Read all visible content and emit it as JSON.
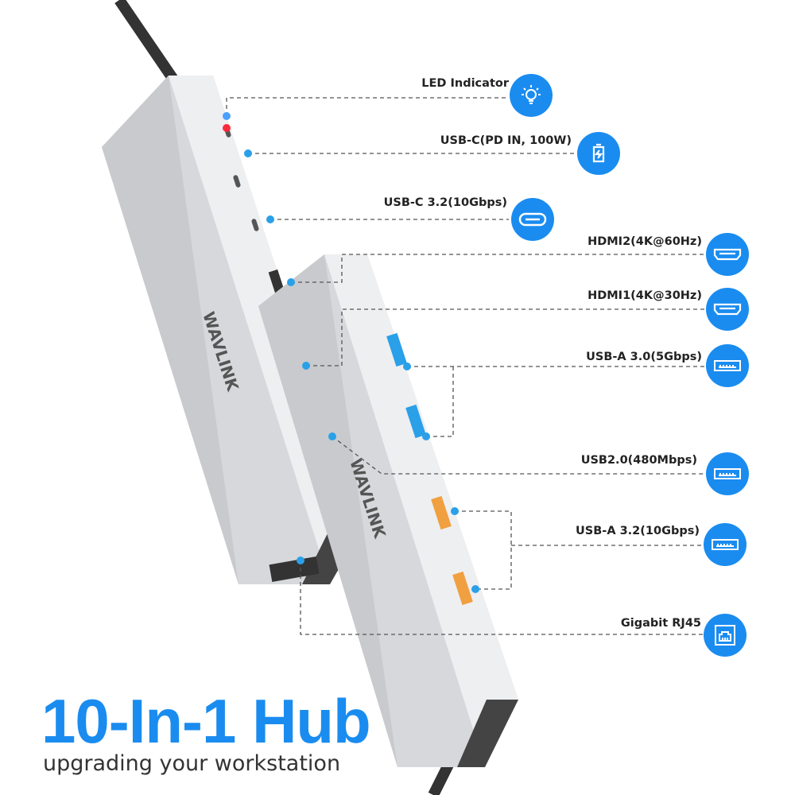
{
  "product": {
    "brand": "WAVLINK",
    "title": "10-In-1 Hub",
    "subtitle": "upgrading your workstation"
  },
  "ports": [
    {
      "label": "LED Indicator",
      "icon": "lightbulb-icon"
    },
    {
      "label": "USB-C(PD IN, 100W)",
      "icon": "battery-charge-icon"
    },
    {
      "label": "USB-C 3.2(10Gbps)",
      "icon": "usb-c-port-icon"
    },
    {
      "label": "HDMI2(4K@60Hz)",
      "icon": "hdmi-port-icon"
    },
    {
      "label": "HDMI1(4K@30Hz)",
      "icon": "hdmi-port-icon"
    },
    {
      "label": "USB-A 3.0(5Gbps)",
      "icon": "usb-a-port-icon"
    },
    {
      "label": "USB2.0(480Mbps)",
      "icon": "usb-a-port-icon"
    },
    {
      "label": "USB-A 3.2(10Gbps)",
      "icon": "usb-a-port-icon"
    },
    {
      "label": "Gigabit RJ45",
      "icon": "ethernet-port-icon"
    }
  ],
  "colors": {
    "accent": "#1a8cf0",
    "led": "#ff2a3a",
    "usb3_port": "#2aa0e8",
    "usb32_port": "#f0a040",
    "hub_body": "#dcdde0"
  }
}
